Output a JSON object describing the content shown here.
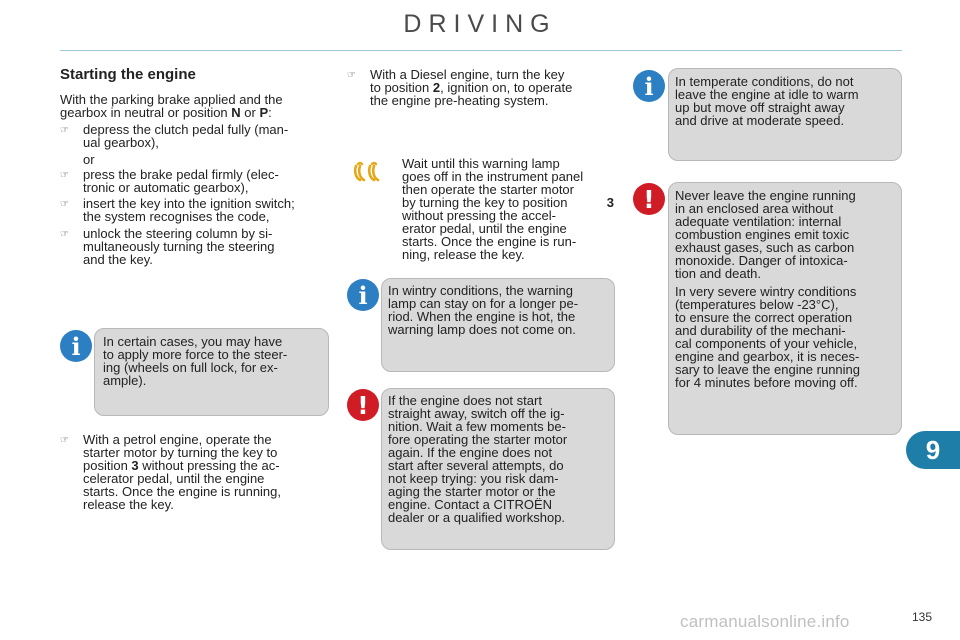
{
  "header": {
    "title": "DRIVING"
  },
  "section": {
    "title": "Starting the engine"
  },
  "intro": {
    "line1": "With the parking brake applied and the",
    "line2_a": "gearbox in neutral or position ",
    "line2_n": "N",
    "line2_or": " or ",
    "line2_p": "P",
    "line2_end": ":"
  },
  "bullets": {
    "b1_l1": "depress the clutch pedal fully (man-",
    "b1_l2": "ual gearbox),",
    "or": "or",
    "b2_l1": "press the brake pedal firmly (elec-",
    "b2_l2": "tronic or automatic gearbox),",
    "b3_l1": "insert the key into the ignition switch;",
    "b3_l2": "the system recognises the code,",
    "b4_l1": "unlock the steering column by si-",
    "b4_l2": "multaneously turning the steering",
    "b4_l3": "and the key."
  },
  "info_steering": {
    "l1": "In certain cases, you may have",
    "l2": "to apply more force to the steer-",
    "l3": "ing (wheels on full lock, for ex-",
    "l4": "ample)."
  },
  "petrol": {
    "l1": "With a petrol engine, operate the",
    "l2": "starter motor by turning the key to",
    "l3_a": "position ",
    "l3_num": "3",
    "l3_b": " without pressing the ac-",
    "l4": "celerator pedal, until the engine",
    "l5": "starts. Once the engine is running,",
    "l6": "release the key."
  },
  "diesel": {
    "l1": "With a Diesel engine, turn the key",
    "l2_a": "to position ",
    "l2_num": "2",
    "l2_b": ", ignition on, to operate",
    "l3": "the engine pre-heating system."
  },
  "preheat": {
    "l1": "Wait until this warning lamp",
    "l2": "goes off in the instrument panel",
    "l3": "then operate the starter motor",
    "l4_a": "by turning the key to position ",
    "l4_num": "3",
    "l5": "without pressing the accel-",
    "l6": "erator pedal, until the engine",
    "l7": "starts. Once the engine is run-",
    "l8": "ning, release the key."
  },
  "info_wintry": {
    "l1": "In wintry conditions, the warning",
    "l2": "lamp can stay on for a longer pe-",
    "l3": "riod. When the engine is hot, the",
    "l4": "warning lamp does not come on."
  },
  "warn_start": {
    "l1": "If the engine does not start",
    "l2": "straight away, switch off the ig-",
    "l3": "nition. Wait a few moments be-",
    "l4": "fore operating the starter motor",
    "l5": "again. If the engine does not",
    "l6": "start after several attempts, do",
    "l7": "not keep trying: you risk dam-",
    "l8": "aging the starter motor or the",
    "l9": "engine. Contact a CITROËN",
    "l10": "dealer or a qualified workshop."
  },
  "info_temperate": {
    "l1": "In temperate conditions, do not",
    "l2": "leave the engine at idle to warm",
    "l3": "up but move off straight away",
    "l4": "and drive at moderate speed."
  },
  "warn_enclosed": {
    "l1": "Never leave the engine running",
    "l2": "in an enclosed area without",
    "l3": "adequate ventilation: internal",
    "l4": "combustion engines emit toxic",
    "l5": "exhaust gases, such as carbon",
    "l6": "monoxide. Danger of intoxica-",
    "l7": "tion and death.",
    "m1": "In very severe wintry conditions",
    "m2": "(temperatures below -23°C),",
    "m3": "to ensure the correct operation",
    "m4": "and durability of the mechani-",
    "m5": "cal components of your vehicle,",
    "m6": "engine and gearbox, it is neces-",
    "m7": "sary to leave the engine running",
    "m8": "for 4 minutes before moving off."
  },
  "icons": {
    "info": "info-icon",
    "warning": "exclamation-icon",
    "preheat": "glow-plug-preheat-icon",
    "bullet": "pointing-hand-icon",
    "info_glyph": "i",
    "warn_glyph": "!",
    "bullet_glyph": "☞"
  },
  "colors": {
    "info_blue": "#2c7fc2",
    "warning_red": "#d01c25",
    "preheat_amber": "#e6a817",
    "box_grey": "#d9d9d9",
    "tab_blue": "#1f7ea8"
  },
  "chapter": {
    "number": "9"
  },
  "footer": {
    "page_number": "135",
    "watermark": "carmanualsonline.info"
  }
}
